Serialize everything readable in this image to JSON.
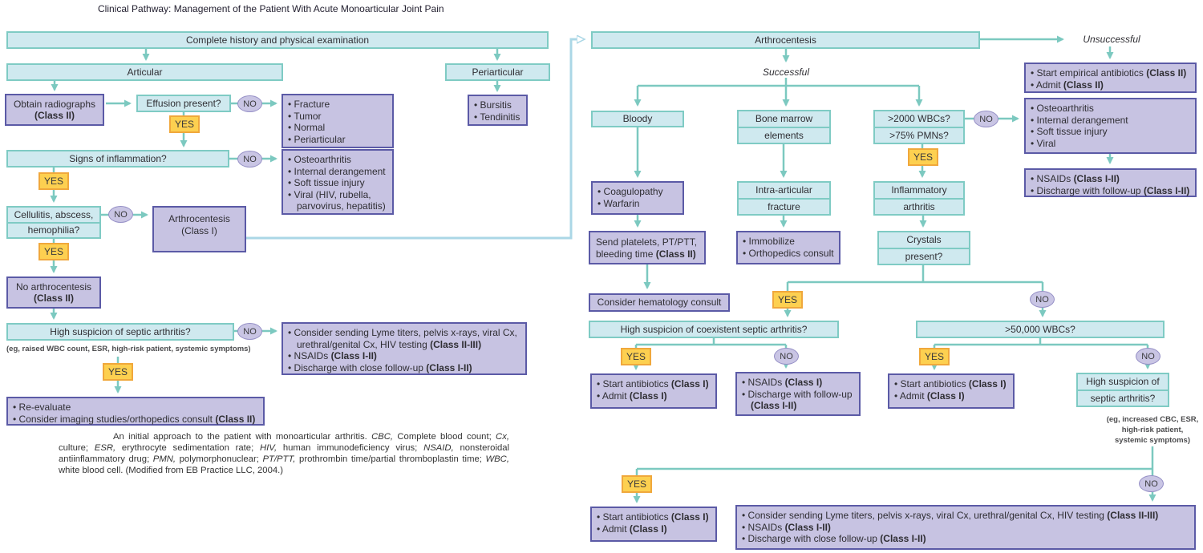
{
  "title": "Clinical Pathway: Management of the Patient With Acute Monoarticular Joint Pain",
  "labels": {
    "yes": "YES",
    "no": "NO",
    "successful": "Successful",
    "unsuccessful": "Unsuccessful"
  },
  "colors": {
    "teal_fill": "#cfe9ef",
    "teal_border": "#7fcbc4",
    "purple_fill": "#c7c3e2",
    "purple_border": "#5b5aa6",
    "yes_fill": "#fdd050",
    "yes_border": "#f0a83c",
    "oval_fill": "#c9c5e4",
    "oval_border": "#958fc6",
    "arrow": "#7cc9c0",
    "connector": "#abd7e6"
  },
  "left": {
    "history": "Complete history and physical examination",
    "articular": "Articular",
    "periarticular": "Periarticular",
    "radiographs": {
      "line1": "Obtain radiographs",
      "line2": "**(Class II)**"
    },
    "effusion": "Effusion present?",
    "xray_findings": [
      "Fracture",
      "Tumor",
      "Normal",
      "Periarticular"
    ],
    "periarticular_dx": [
      "Bursitis",
      "Tendinitis"
    ],
    "inflammation": "Signs of inflammation?",
    "noninflammatory_dx": [
      "Osteoarthritis",
      "Internal derangement",
      "Soft tissue injury",
      "Viral (HIV, rubella, parvovirus, hepatitis)"
    ],
    "cellulitis": {
      "line1": "Cellulitis, abscess,",
      "line2": "hemophilia?"
    },
    "arthrocentesis_class1": {
      "line1": "Arthrocentesis",
      "line2": "(Class I)"
    },
    "no_arthrocentesis": {
      "line1": "No arthrocentesis",
      "line2": "**(Class II)**"
    },
    "high_suspicion": "High suspicion of septic arthritis?",
    "high_suspicion_note": "(eg, raised WBC count, ESR, high-risk patient, systemic symptoms)",
    "workup_dc": [
      "Consider sending Lyme titers, pelvis x-rays, viral Cx, urethral/genital Cx, HIV testing **(Class II-III)**",
      "NSAIDs **(Class I-II)**",
      "Discharge with close follow-up **(Class I-II)**"
    ],
    "reevaluate": [
      "Re-evaluate",
      "Consider imaging studies/orthopedics consult **(Class II)**"
    ]
  },
  "right": {
    "arthrocentesis": "Arthrocentesis",
    "empirical": [
      "Start empirical antibiotics **(Class II)**",
      "Admit **(Class II)**"
    ],
    "noninflammatory_dx": [
      "Osteoarthritis",
      "Internal derangement",
      "Soft tissue injury",
      "Viral"
    ],
    "nsaids_fu": [
      "NSAIDs **(Class I-II)**",
      "Discharge with follow-up **(Class I-II)**"
    ],
    "bloody": "Bloody",
    "bone_marrow": {
      "line1": "Bone marrow",
      "line2": "elements"
    },
    "wbc2000": {
      "line1": ">2000 WBCs?",
      "line2": ">75% PMNs?"
    },
    "coagulopathy": [
      "Coagulopathy",
      "Warfarin"
    ],
    "intra_articular": {
      "line1": "Intra-articular",
      "line2": "fracture"
    },
    "inflammatory": {
      "line1": "Inflammatory",
      "line2": "arthritis"
    },
    "send_platelets": {
      "line1": "Send platelets, PT/PTT,",
      "line2": "bleeding time **(Class II)**"
    },
    "immobilize": [
      "Immobilize",
      "Orthopedics consult"
    ],
    "crystals": {
      "line1": "Crystals",
      "line2": "present?"
    },
    "hematology": "Consider hematology consult",
    "coexistent": "High suspicion of coexistent septic arthritis?",
    "wbc50000": ">50,000 WBCs?",
    "start_admit": [
      "Start antibiotics **(Class I)**",
      "Admit **(Class I)**"
    ],
    "nsaids_dc": [
      "NSAIDs **(Class I)**",
      "Discharge with follow-up **(Class I-II)**"
    ],
    "high_suspicion2": {
      "line1": "High suspicion of",
      "line2": "septic arthritis?"
    },
    "high_suspicion2_note": [
      "(eg, increased CBC, ESR,",
      "high-risk patient,",
      "systemic symptoms)"
    ],
    "final_workup": [
      "Consider sending Lyme titers, pelvis x-rays, viral Cx, urethral/genital Cx, HIV testing **(Class II-III)**",
      "NSAIDs **(Class I-II)**",
      "Discharge with close follow-up **(Class I-II)**"
    ]
  },
  "caption": "An initial approach to the patient with monoarticular arthritis. *CBC,* Complete blood count; *Cx,* culture; *ESR,* erythrocyte sedimentation rate; *HIV,* human immunodeficiency virus; *NSAID,* nonsteroidal antiinflammatory drug; *PMN,* polymorphonuclear; *PT/PTT,* prothrombin time/partial thromboplastin time; *WBC,* white blood cell. (Modified from EB Practice LLC, 2004.)"
}
